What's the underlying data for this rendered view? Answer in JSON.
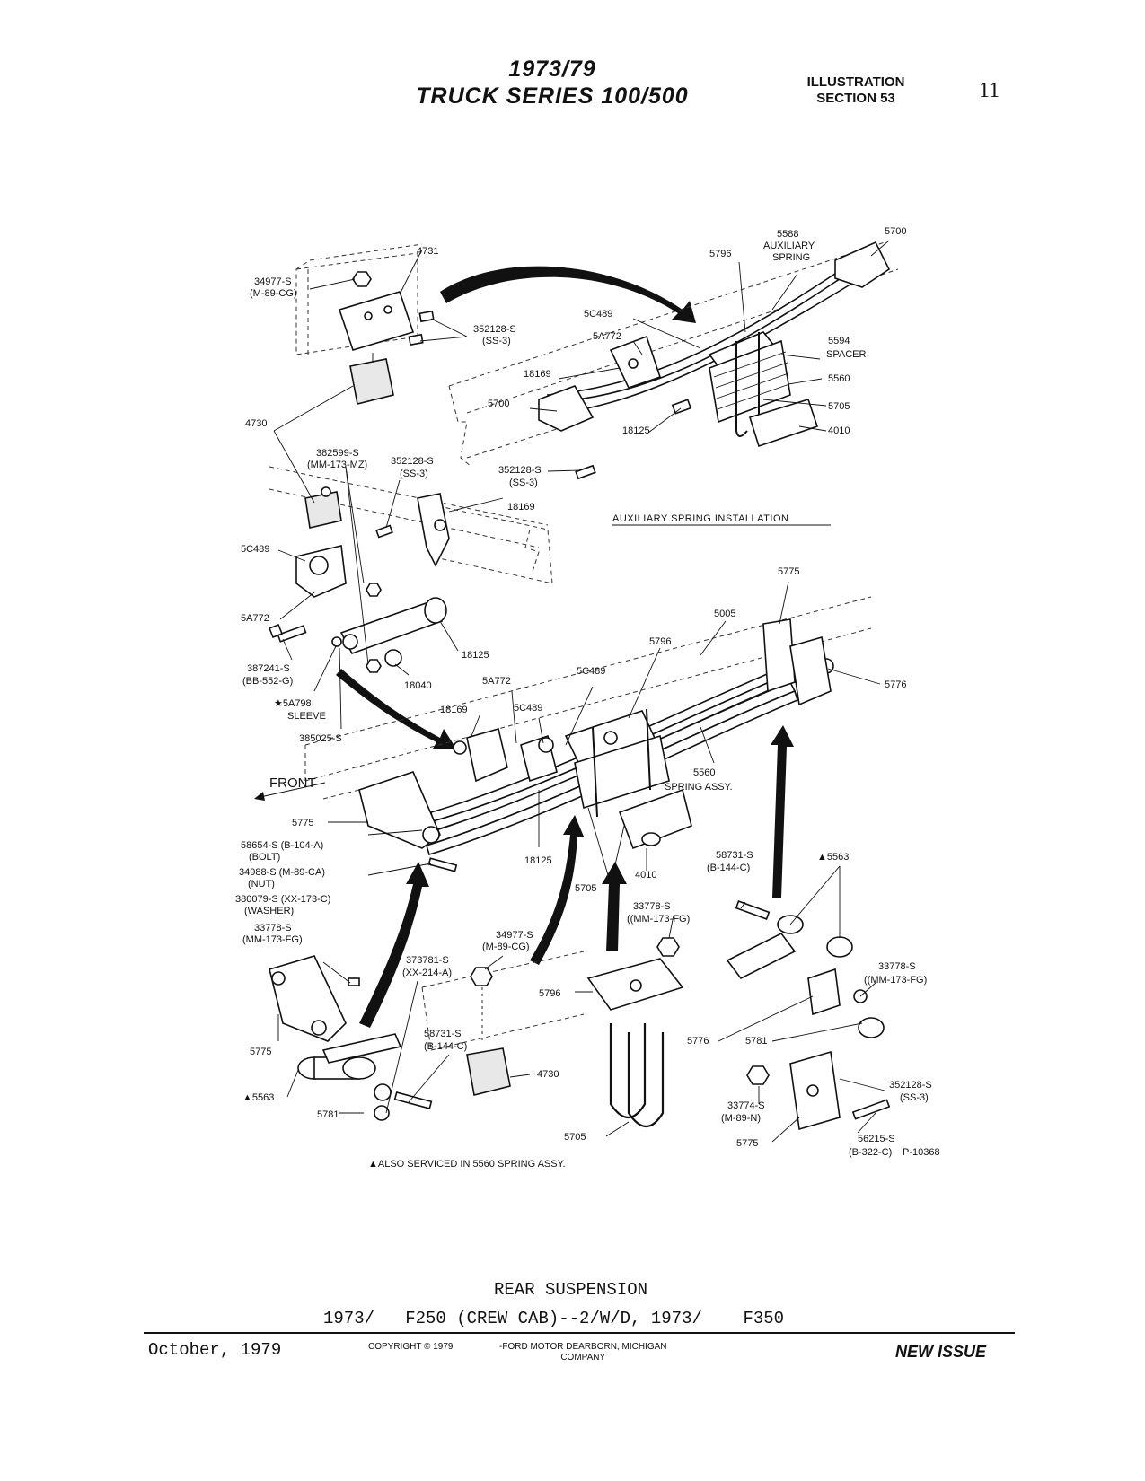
{
  "header": {
    "title_line1": "1973/79",
    "title_line2": "TRUCK SERIES 100/500",
    "illustration_line1": "ILLUSTRATION",
    "illustration_line2": "SECTION 53",
    "page_number": "11"
  },
  "diagram": {
    "auxiliary_caption": "AUXILIARY SPRING INSTALLATION",
    "front_label": "FRONT",
    "footnote": "▲ALSO SERVICED IN 5560 SPRING ASSY.",
    "figure_code": "P-10368",
    "labels": {
      "l4731": "4731",
      "l34977s_top": "34977-S",
      "l34977s_top_b": "(M-89-CG)",
      "l352128s_a": "352128-S",
      "l352128s_a_b": "(SS-3)",
      "l4730_top": "4730",
      "l5588": "5588",
      "l5588_b": "AUXILIARY",
      "l5588_c": "SPRING",
      "l5700_tr": "5700",
      "l5796_top": "5796",
      "l5c489_top": "5C489",
      "l5a772_top": "5A772",
      "l18169_top": "18169",
      "l5700_l": "5700",
      "l18125_top": "18125",
      "l5594": "5594",
      "l5594_b": "SPACER",
      "l5560_top": "5560",
      "l5705_top": "5705",
      "l4010_top": "4010",
      "l352128s_b": "352128-S",
      "l352128s_b_b": "(SS-3)",
      "l382599s": "382599-S",
      "l382599s_b": "(MM-173-MZ)",
      "l352128s_c": "352128-S",
      "l352128s_c_b": "(SS-3)",
      "l18169_mid": "18169",
      "l5c489_mid": "5C489",
      "l5a772_mid": "5A772",
      "l387241s": "387241-S",
      "l387241s_b": "(BB-552-G)",
      "l5a798": "★5A798",
      "l5a798_b": "SLEEVE",
      "l385025s": "385025-S",
      "l18125_mid": "18125",
      "l18040": "18040",
      "l5775_tr": "5775",
      "l5005": "5005",
      "l5796_mid": "5796",
      "l5776_r": "5776",
      "l5a772_c": "5A772",
      "l5c489_c": "5C489",
      "l18169_c": "18169",
      "l5c489_c2": "5C489",
      "l5560_mid": "5560",
      "l5560_mid_b": "SPRING ASSY.",
      "l5775_l": "5775",
      "l58654s": "58654-S (B-104-A)",
      "l58654s_b": "(BOLT)",
      "l34988s": "34988-S  (M-89-CA)",
      "l34988s_b": "(NUT)",
      "l380079s": "380079-S  (XX-173-C)",
      "l380079s_b": "(WASHER)",
      "l33778s_l": "33778-S",
      "l33778s_l_b": "(MM-173-FG)",
      "l18125_bot": "18125",
      "l4010_bot": "4010",
      "l5705_mid": "5705",
      "l58731s_r": "58731-S",
      "l58731s_r_b": "(B-144-C)",
      "l5563_r": "▲5563",
      "l33778s_c": "33778-S",
      "l33778s_c_b": "((MM-173-FG)",
      "l34977s_b": "34977-S",
      "l34977s_b_b": "(M-89-CG)",
      "l373781s": "373781-S",
      "l373781s_b": "(XX-214-A)",
      "l5796_bot": "5796",
      "l33778s_r": "33778-S",
      "l33778s_r_b": "((MM-173-FG)",
      "l58731s_m": "58731-S",
      "l58731s_m_b": "(B-144-C)",
      "l4730_bot": "4730",
      "l5776_b": "5776",
      "l5781_b": "5781",
      "l5775_bl": "5775",
      "l5563_l": "▲5563",
      "l5781_l": "5781",
      "l5705_bot": "5705",
      "l33774s": "33774-S",
      "l33774s_b": "(M-89-N)",
      "l352128s_d": "352128-S",
      "l352128s_d_b": "(SS-3)",
      "l5775_br": "5775",
      "l56215s": "56215-S",
      "l56215s_b": "(B-322-C)"
    }
  },
  "footer": {
    "title": "REAR SUSPENSION",
    "applicability": "1973/   F250 (CREW CAB)--2/W/D, 1973/    F350",
    "date": "October, 1979",
    "copyright": "COPYRIGHT © 1979",
    "company_line1": "-FORD MOTOR  DEARBORN, MICHIGAN",
    "company_line2": "COMPANY",
    "status": "NEW ISSUE"
  }
}
